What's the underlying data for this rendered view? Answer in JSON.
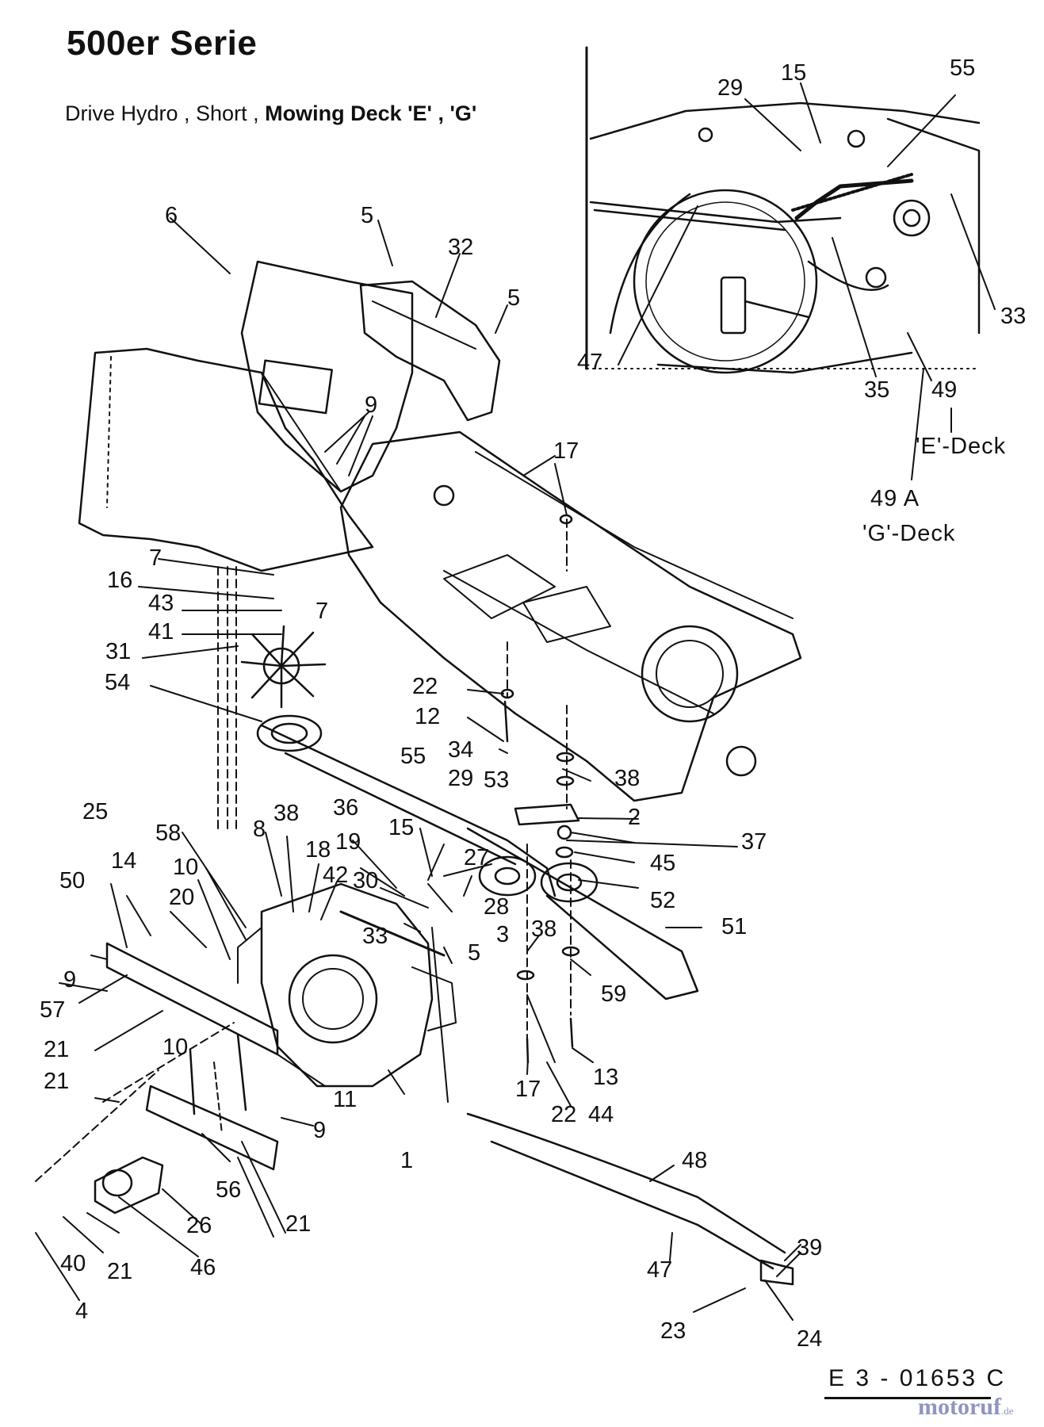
{
  "title": "500er Serie",
  "subtitle": {
    "part1": "Drive Hydro , Short ,",
    "part2": "Mowing Deck 'E' , 'G'"
  },
  "drawing_code": "E 3 - 01653 C",
  "brand": {
    "name": "motoruf",
    "suffix": ".de"
  },
  "inset": {
    "deck_e": "'E'-Deck",
    "deck_g_number": "49 A",
    "deck_g": "'G'-Deck"
  },
  "callouts": [
    {
      "id": "c55i",
      "text": "55"
    },
    {
      "id": "c15i",
      "text": "15"
    },
    {
      "id": "c29i",
      "text": "29"
    },
    {
      "id": "c33i",
      "text": "33"
    },
    {
      "id": "c47i",
      "text": "47"
    },
    {
      "id": "c35i",
      "text": "35"
    },
    {
      "id": "c49i",
      "text": "49"
    },
    {
      "id": "c6",
      "text": "6"
    },
    {
      "id": "c5a",
      "text": "5"
    },
    {
      "id": "c32",
      "text": "32"
    },
    {
      "id": "c5b",
      "text": "5"
    },
    {
      "id": "c9a",
      "text": "9"
    },
    {
      "id": "c17a",
      "text": "17"
    },
    {
      "id": "c7a",
      "text": "7"
    },
    {
      "id": "c16",
      "text": "16"
    },
    {
      "id": "c7b",
      "text": "7"
    },
    {
      "id": "c43",
      "text": "43"
    },
    {
      "id": "c41",
      "text": "41"
    },
    {
      "id": "c31",
      "text": "31"
    },
    {
      "id": "c54",
      "text": "54"
    },
    {
      "id": "c22a",
      "text": "22"
    },
    {
      "id": "c12",
      "text": "12"
    },
    {
      "id": "c34",
      "text": "34"
    },
    {
      "id": "c55",
      "text": "55"
    },
    {
      "id": "c29",
      "text": "29"
    },
    {
      "id": "c53",
      "text": "53"
    },
    {
      "id": "c38a",
      "text": "38"
    },
    {
      "id": "c25",
      "text": "25"
    },
    {
      "id": "c58",
      "text": "58"
    },
    {
      "id": "c8",
      "text": "8"
    },
    {
      "id": "c38b",
      "text": "38"
    },
    {
      "id": "c36",
      "text": "36"
    },
    {
      "id": "c2",
      "text": "2"
    },
    {
      "id": "c15",
      "text": "15"
    },
    {
      "id": "c37",
      "text": "37"
    },
    {
      "id": "c14",
      "text": "14"
    },
    {
      "id": "c10a",
      "text": "10"
    },
    {
      "id": "c18",
      "text": "18"
    },
    {
      "id": "c19",
      "text": "19"
    },
    {
      "id": "c27",
      "text": "27"
    },
    {
      "id": "c45",
      "text": "45"
    },
    {
      "id": "c50",
      "text": "50"
    },
    {
      "id": "c20",
      "text": "20"
    },
    {
      "id": "c42",
      "text": "42"
    },
    {
      "id": "c30",
      "text": "30"
    },
    {
      "id": "c28",
      "text": "28"
    },
    {
      "id": "c52",
      "text": "52"
    },
    {
      "id": "c33",
      "text": "33"
    },
    {
      "id": "c3",
      "text": "3"
    },
    {
      "id": "c38c",
      "text": "38"
    },
    {
      "id": "c51",
      "text": "51"
    },
    {
      "id": "c5c",
      "text": "5"
    },
    {
      "id": "c9b",
      "text": "9"
    },
    {
      "id": "c57",
      "text": "57"
    },
    {
      "id": "c59",
      "text": "59"
    },
    {
      "id": "c21a",
      "text": "21"
    },
    {
      "id": "c10b",
      "text": "10"
    },
    {
      "id": "c13",
      "text": "13"
    },
    {
      "id": "c21b",
      "text": "21"
    },
    {
      "id": "c11",
      "text": "11"
    },
    {
      "id": "c17b",
      "text": "17"
    },
    {
      "id": "c22b",
      "text": "22"
    },
    {
      "id": "c44",
      "text": "44"
    },
    {
      "id": "c9c",
      "text": "9"
    },
    {
      "id": "c1",
      "text": "1"
    },
    {
      "id": "c48",
      "text": "48"
    },
    {
      "id": "c56",
      "text": "56"
    },
    {
      "id": "c26",
      "text": "26"
    },
    {
      "id": "c21c",
      "text": "21"
    },
    {
      "id": "c39",
      "text": "39"
    },
    {
      "id": "c40",
      "text": "40"
    },
    {
      "id": "c21d",
      "text": "21"
    },
    {
      "id": "c46",
      "text": "46"
    },
    {
      "id": "c47",
      "text": "47"
    },
    {
      "id": "c4",
      "text": "4"
    },
    {
      "id": "c23",
      "text": "23"
    },
    {
      "id": "c24",
      "text": "24"
    }
  ]
}
